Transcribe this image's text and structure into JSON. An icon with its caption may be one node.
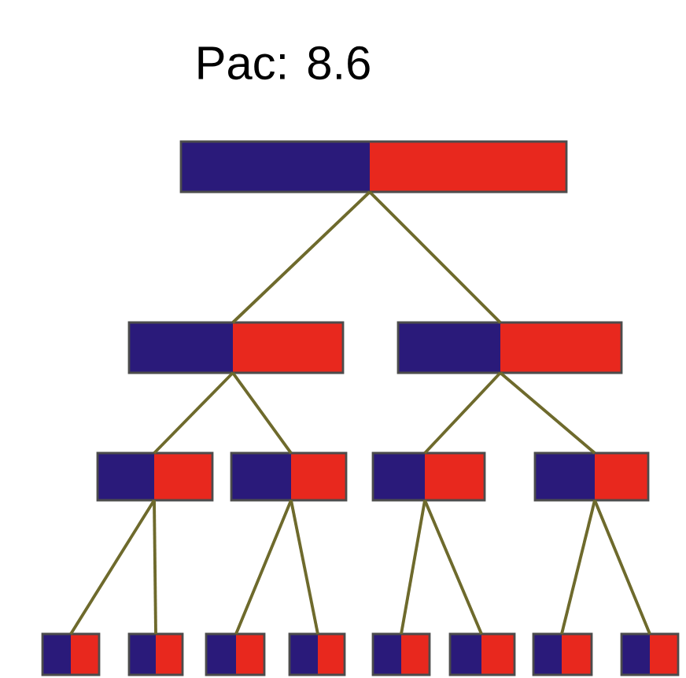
{
  "diagram": {
    "title": "Pac: 8.6",
    "nodes": [
      {
        "text": [],
        "shape": "bar"
      },
      {
        "text": [],
        "shape": "bar"
      },
      {
        "text": [],
        "shape": "bar"
      },
      {
        "text": [],
        "shape": "bar"
      },
      {
        "text": [],
        "shape": "bar"
      },
      {
        "text": [],
        "shape": "bar"
      },
      {
        "text": [],
        "shape": "bar"
      },
      {
        "text": [],
        "shape": "bar"
      },
      {
        "text": [],
        "shape": "bar"
      },
      {
        "text": [],
        "shape": "bar"
      },
      {
        "text": [],
        "shape": "bar"
      },
      {
        "text": [],
        "shape": "bar"
      },
      {
        "text": [],
        "shape": "bar"
      },
      {
        "text": [],
        "shape": "bar"
      },
      {
        "text": [],
        "shape": "bar"
      }
    ],
    "edges": [
      {
        "from": 0,
        "to": 1,
        "arrow": "none"
      },
      {
        "from": 0,
        "to": 2,
        "arrow": "none"
      },
      {
        "from": 1,
        "to": 3,
        "arrow": "none"
      },
      {
        "from": 1,
        "to": 4,
        "arrow": "none"
      },
      {
        "from": 2,
        "to": 5,
        "arrow": "none"
      },
      {
        "from": 2,
        "to": 6,
        "arrow": "none"
      },
      {
        "from": 3,
        "to": 7,
        "arrow": "none"
      },
      {
        "from": 3,
        "to": 8,
        "arrow": "none"
      },
      {
        "from": 4,
        "to": 9,
        "arrow": "none"
      },
      {
        "from": 4,
        "to": 10,
        "arrow": "none"
      },
      {
        "from": 5,
        "to": 11,
        "arrow": "none"
      },
      {
        "from": 5,
        "to": 12,
        "arrow": "none"
      },
      {
        "from": 6,
        "to": 13,
        "arrow": "none"
      },
      {
        "from": 6,
        "to": 14,
        "arrow": "none"
      }
    ]
  }
}
